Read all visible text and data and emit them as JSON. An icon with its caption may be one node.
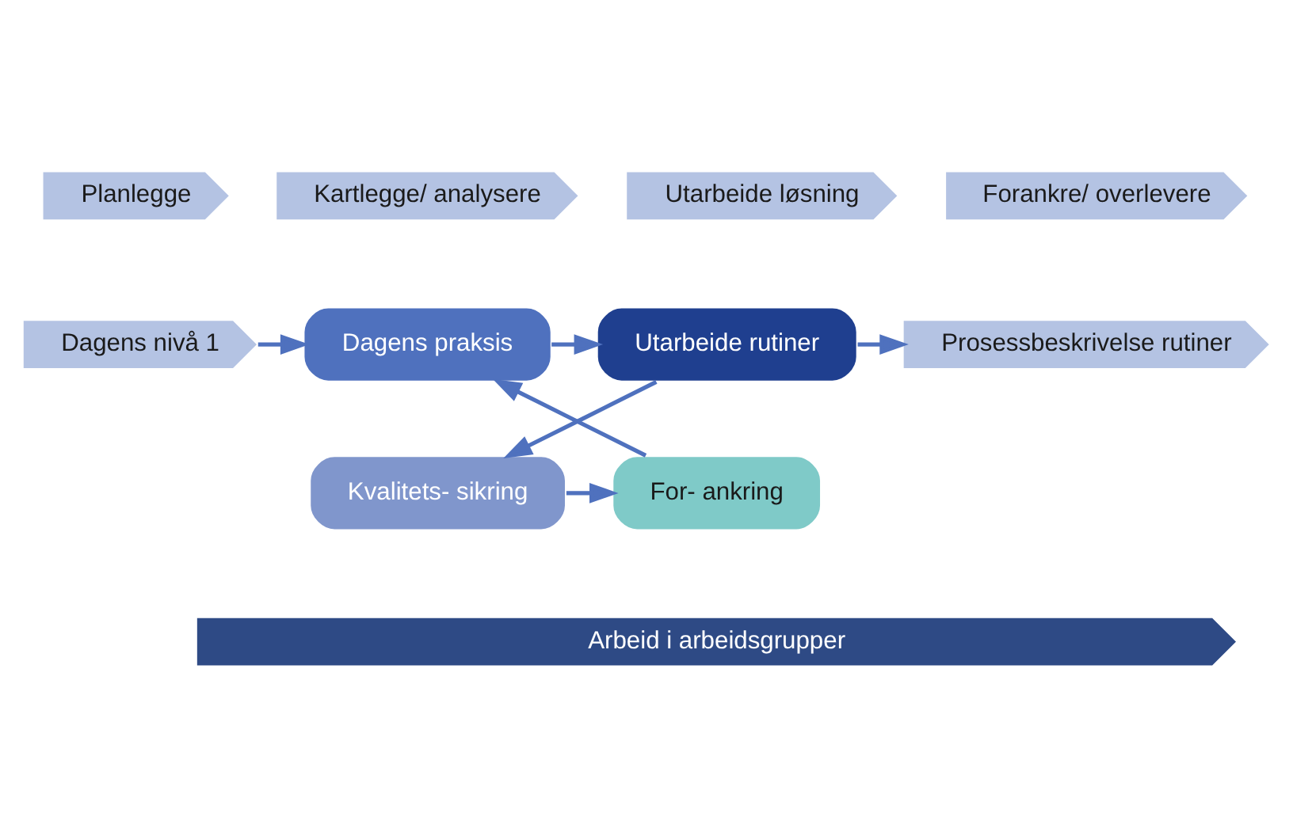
{
  "diagram": {
    "nodes": [
      {
        "text": [
          "Planlegge"
        ]
      },
      {
        "text": [
          "Kartlegge/ analysere"
        ]
      },
      {
        "text": [
          "Utarbeide løsning"
        ]
      },
      {
        "text": [
          "Forankre/ overlevere"
        ]
      },
      {
        "text": [
          "Dagens nivå 1"
        ]
      },
      {
        "text": [
          "Dagens praksis"
        ]
      },
      {
        "text": [
          "Utarbeide rutiner"
        ]
      },
      {
        "text": [
          "Kvalitets- sikring"
        ]
      },
      {
        "text": [
          "For- ankring"
        ]
      },
      {
        "text": [
          "Prosessbeskrivelse rutiner"
        ]
      },
      {
        "text": [
          "Arbeid i arbeidsgrupper"
        ]
      }
    ],
    "edges": [
      {
        "from": 4,
        "to": 5,
        "arrow": "to"
      },
      {
        "from": 5,
        "to": 6,
        "arrow": "to"
      },
      {
        "from": 6,
        "to": 7,
        "arrow": "to"
      },
      {
        "from": 7,
        "to": 8,
        "arrow": "to"
      },
      {
        "from": 8,
        "to": 5,
        "arrow": "to"
      },
      {
        "from": 6,
        "to": 9,
        "arrow": "to"
      }
    ]
  }
}
